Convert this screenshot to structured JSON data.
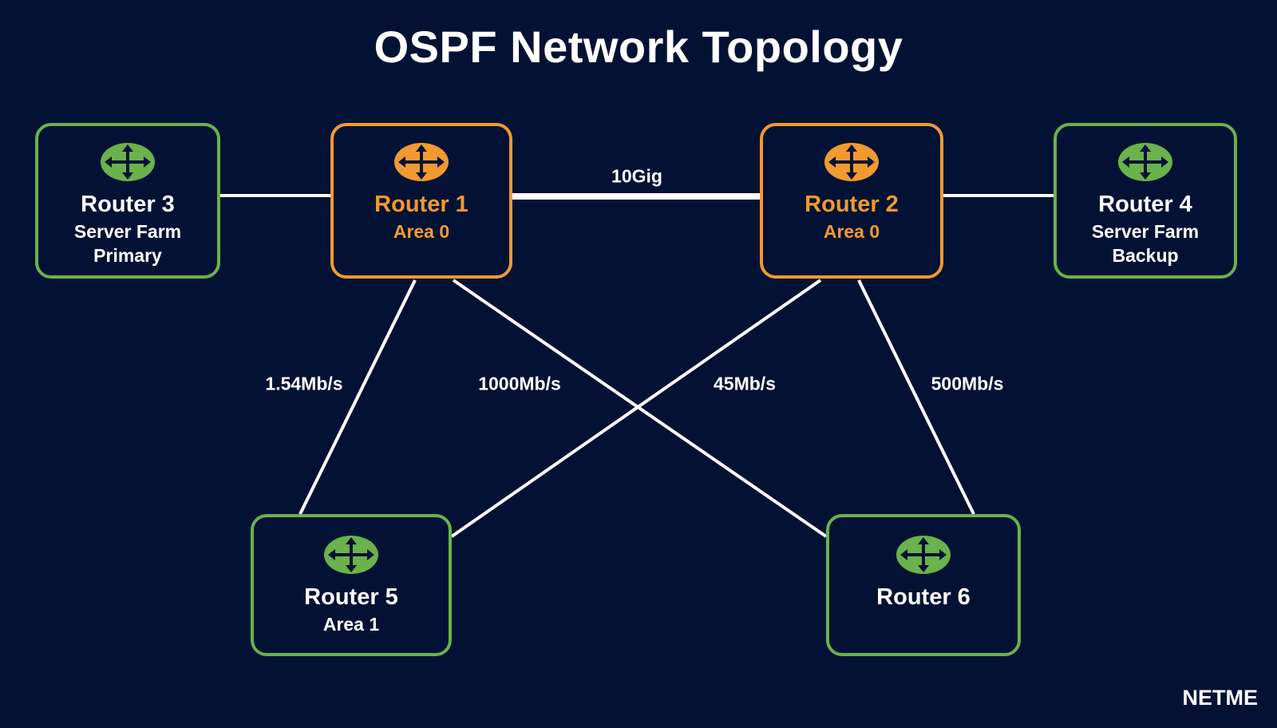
{
  "title": "OSPF Network Topology",
  "routers": {
    "r1": {
      "name": "Router 1",
      "sub1": "Area 0",
      "sub2": "",
      "role": "core",
      "icon": "router-icon"
    },
    "r2": {
      "name": "Router 2",
      "sub1": "Area 0",
      "sub2": "",
      "role": "core",
      "icon": "router-icon"
    },
    "r3": {
      "name": "Router 3",
      "sub1": "Server Farm",
      "sub2": "Primary",
      "role": "edge",
      "icon": "router-icon"
    },
    "r4": {
      "name": "Router 4",
      "sub1": "Server Farm",
      "sub2": "Backup",
      "role": "edge",
      "icon": "router-icon"
    },
    "r5": {
      "name": "Router 5",
      "sub1": "Area 1",
      "sub2": "",
      "role": "edge",
      "icon": "router-icon"
    },
    "r6": {
      "name": "Router 6",
      "sub1": "",
      "sub2": "",
      "role": "edge",
      "icon": "router-icon"
    }
  },
  "links": [
    {
      "from": "Router 3",
      "to": "Router 1",
      "label": ""
    },
    {
      "from": "Router 1",
      "to": "Router 2",
      "label": "10Gig"
    },
    {
      "from": "Router 2",
      "to": "Router 4",
      "label": ""
    },
    {
      "from": "Router 1",
      "to": "Router 5",
      "label": "1.54Mb/s"
    },
    {
      "from": "Router 1",
      "to": "Router 6",
      "label": "1000Mb/s"
    },
    {
      "from": "Router 2",
      "to": "Router 5",
      "label": "45Mb/s"
    },
    {
      "from": "Router 2",
      "to": "Router 6",
      "label": "500Mb/s"
    }
  ],
  "brand": "NETME",
  "colors": {
    "background": "#031234",
    "core": "#f29a30",
    "edge": "#6ab24b",
    "link": "#ffffff",
    "text": "#ffffff"
  }
}
